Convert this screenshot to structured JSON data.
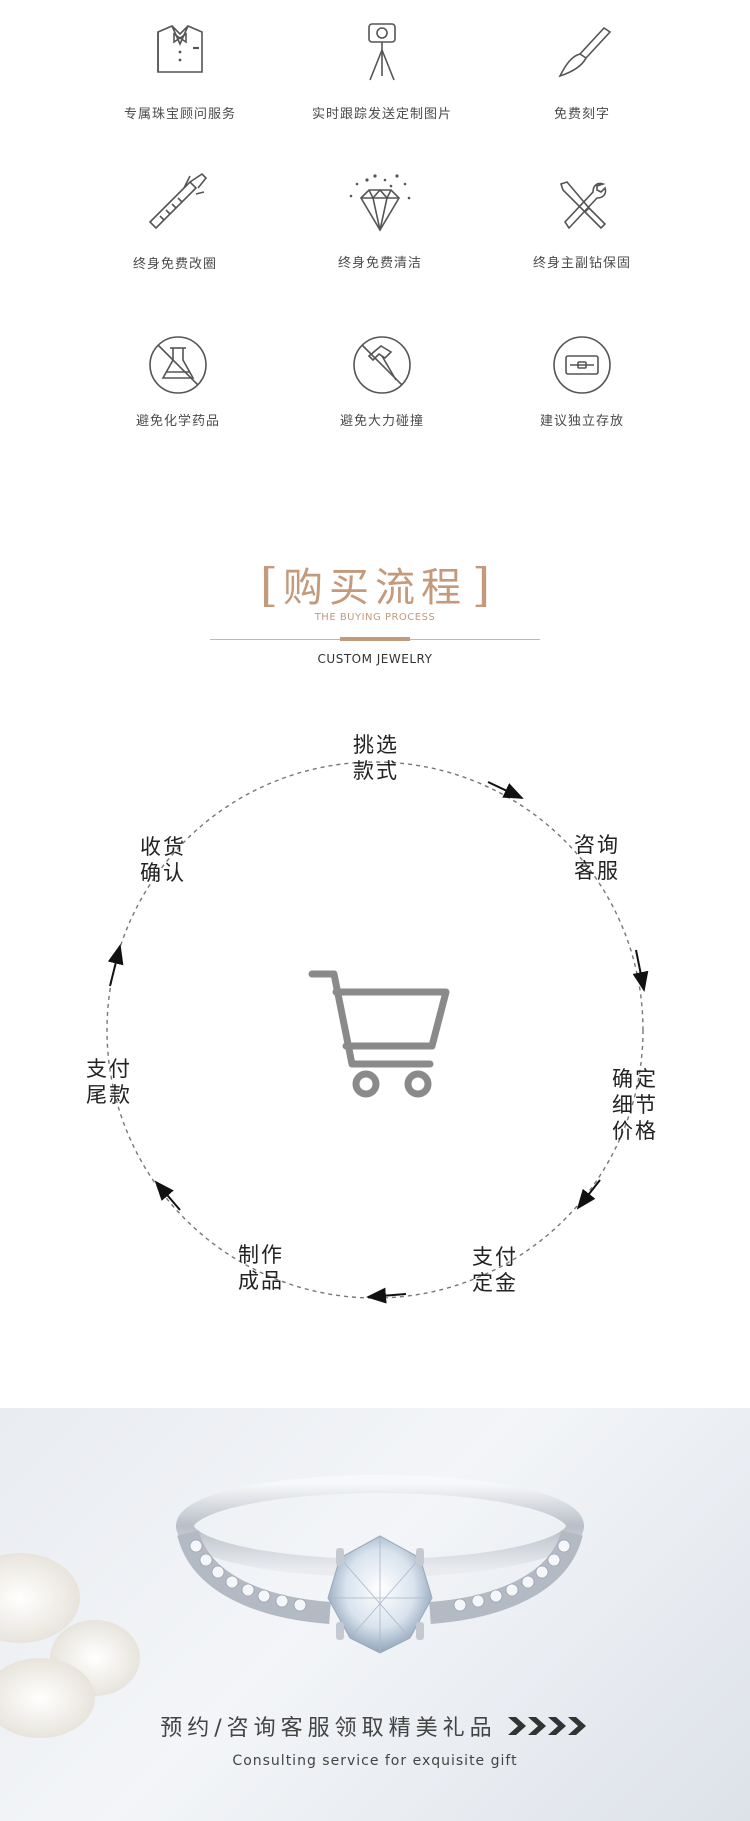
{
  "services": [
    {
      "icon": "tuxedo-icon",
      "label": "专属珠宝顾问服务"
    },
    {
      "icon": "camera-tripod-icon",
      "label": "实时跟踪发送定制图片"
    },
    {
      "icon": "engraving-brush-icon",
      "label": "免费刻字"
    },
    {
      "icon": "caliper-icon",
      "label": "终身免费改圈"
    },
    {
      "icon": "sparkling-diamond-icon",
      "label": "终身免费清洁"
    },
    {
      "icon": "tools-icon",
      "label": "终身主副钻保固"
    },
    {
      "icon": "no-chemicals-icon",
      "label": "避免化学药品"
    },
    {
      "icon": "no-hammer-icon",
      "label": "避免大力碰撞"
    },
    {
      "icon": "storage-box-icon",
      "label": "建议独立存放"
    }
  ],
  "process": {
    "title": "购买流程",
    "bracket_open": "[",
    "bracket_close": "]",
    "subtitle": "THE BUYING PROCESS",
    "tag": "CUSTOM JEWELRY",
    "steps": [
      {
        "line1": "挑选",
        "line2": "款式",
        "line3": ""
      },
      {
        "line1": "咨询",
        "line2": "客服",
        "line3": ""
      },
      {
        "line1": "确定",
        "line2": "细节",
        "line3": "价格"
      },
      {
        "line1": "支付",
        "line2": "定金",
        "line3": ""
      },
      {
        "line1": "制作",
        "line2": "成品",
        "line3": ""
      },
      {
        "line1": "支付",
        "line2": "尾款",
        "line3": ""
      },
      {
        "line1": "收货",
        "line2": "确认",
        "line3": ""
      }
    ],
    "center_icon": "shopping-cart-icon"
  },
  "banner": {
    "cta": "预约/咨询客服领取精美礼品",
    "subtitle": "Consulting service for exquisite gift"
  },
  "colors": {
    "accent": "#c49a7c",
    "icon_gray": "#555555",
    "cart_gray": "#8a8a8a"
  }
}
